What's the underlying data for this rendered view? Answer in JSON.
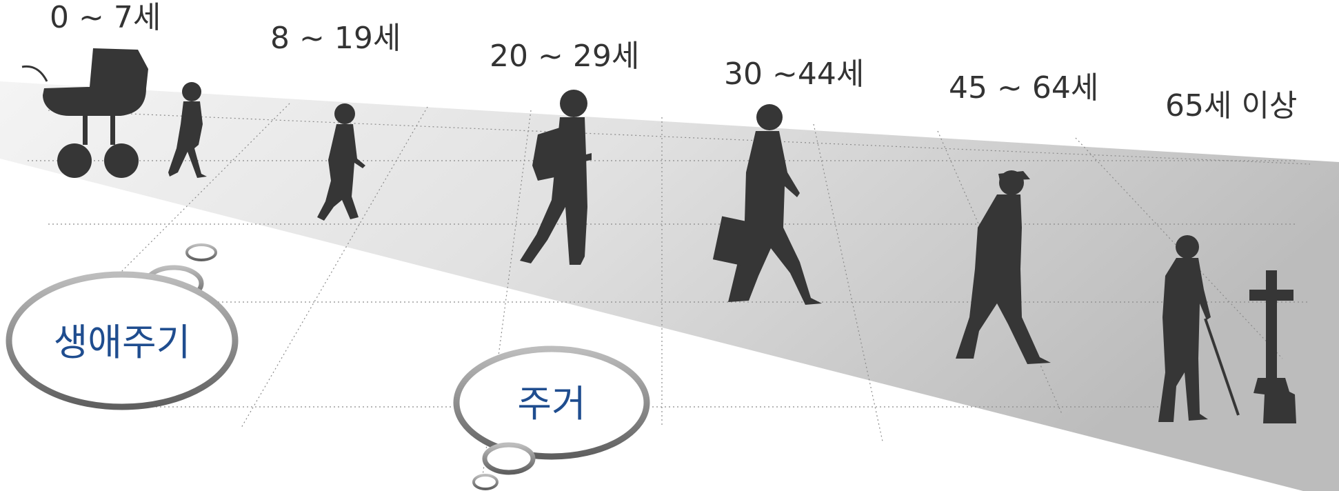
{
  "stages": [
    {
      "label": "0 ~ 7세",
      "icon": "baby-stroller-and-toddler-silhouette"
    },
    {
      "label": "8 ~ 19세",
      "icon": "child-walking-silhouette"
    },
    {
      "label": "20 ~ 29세",
      "icon": "young-adult-with-backpack-silhouette"
    },
    {
      "label": "30 ~44세",
      "icon": "businessman-with-briefcase-silhouette"
    },
    {
      "label": "45 ~ 64세",
      "icon": "middle-aged-man-with-cap-silhouette"
    },
    {
      "label": "65세 이상",
      "icon": "elderly-man-with-cane-and-grave-cross-silhouette"
    }
  ],
  "bubbles": {
    "life_cycle": "생애주기",
    "housing": "주거"
  },
  "colors": {
    "silhouette": "#363636",
    "label_text": "#333333",
    "bubble_text": "#1f4d8f",
    "bubble_border": "#7a7a7a",
    "band_light": "#f2f2f2",
    "band_dark": "#bdbdbd"
  }
}
